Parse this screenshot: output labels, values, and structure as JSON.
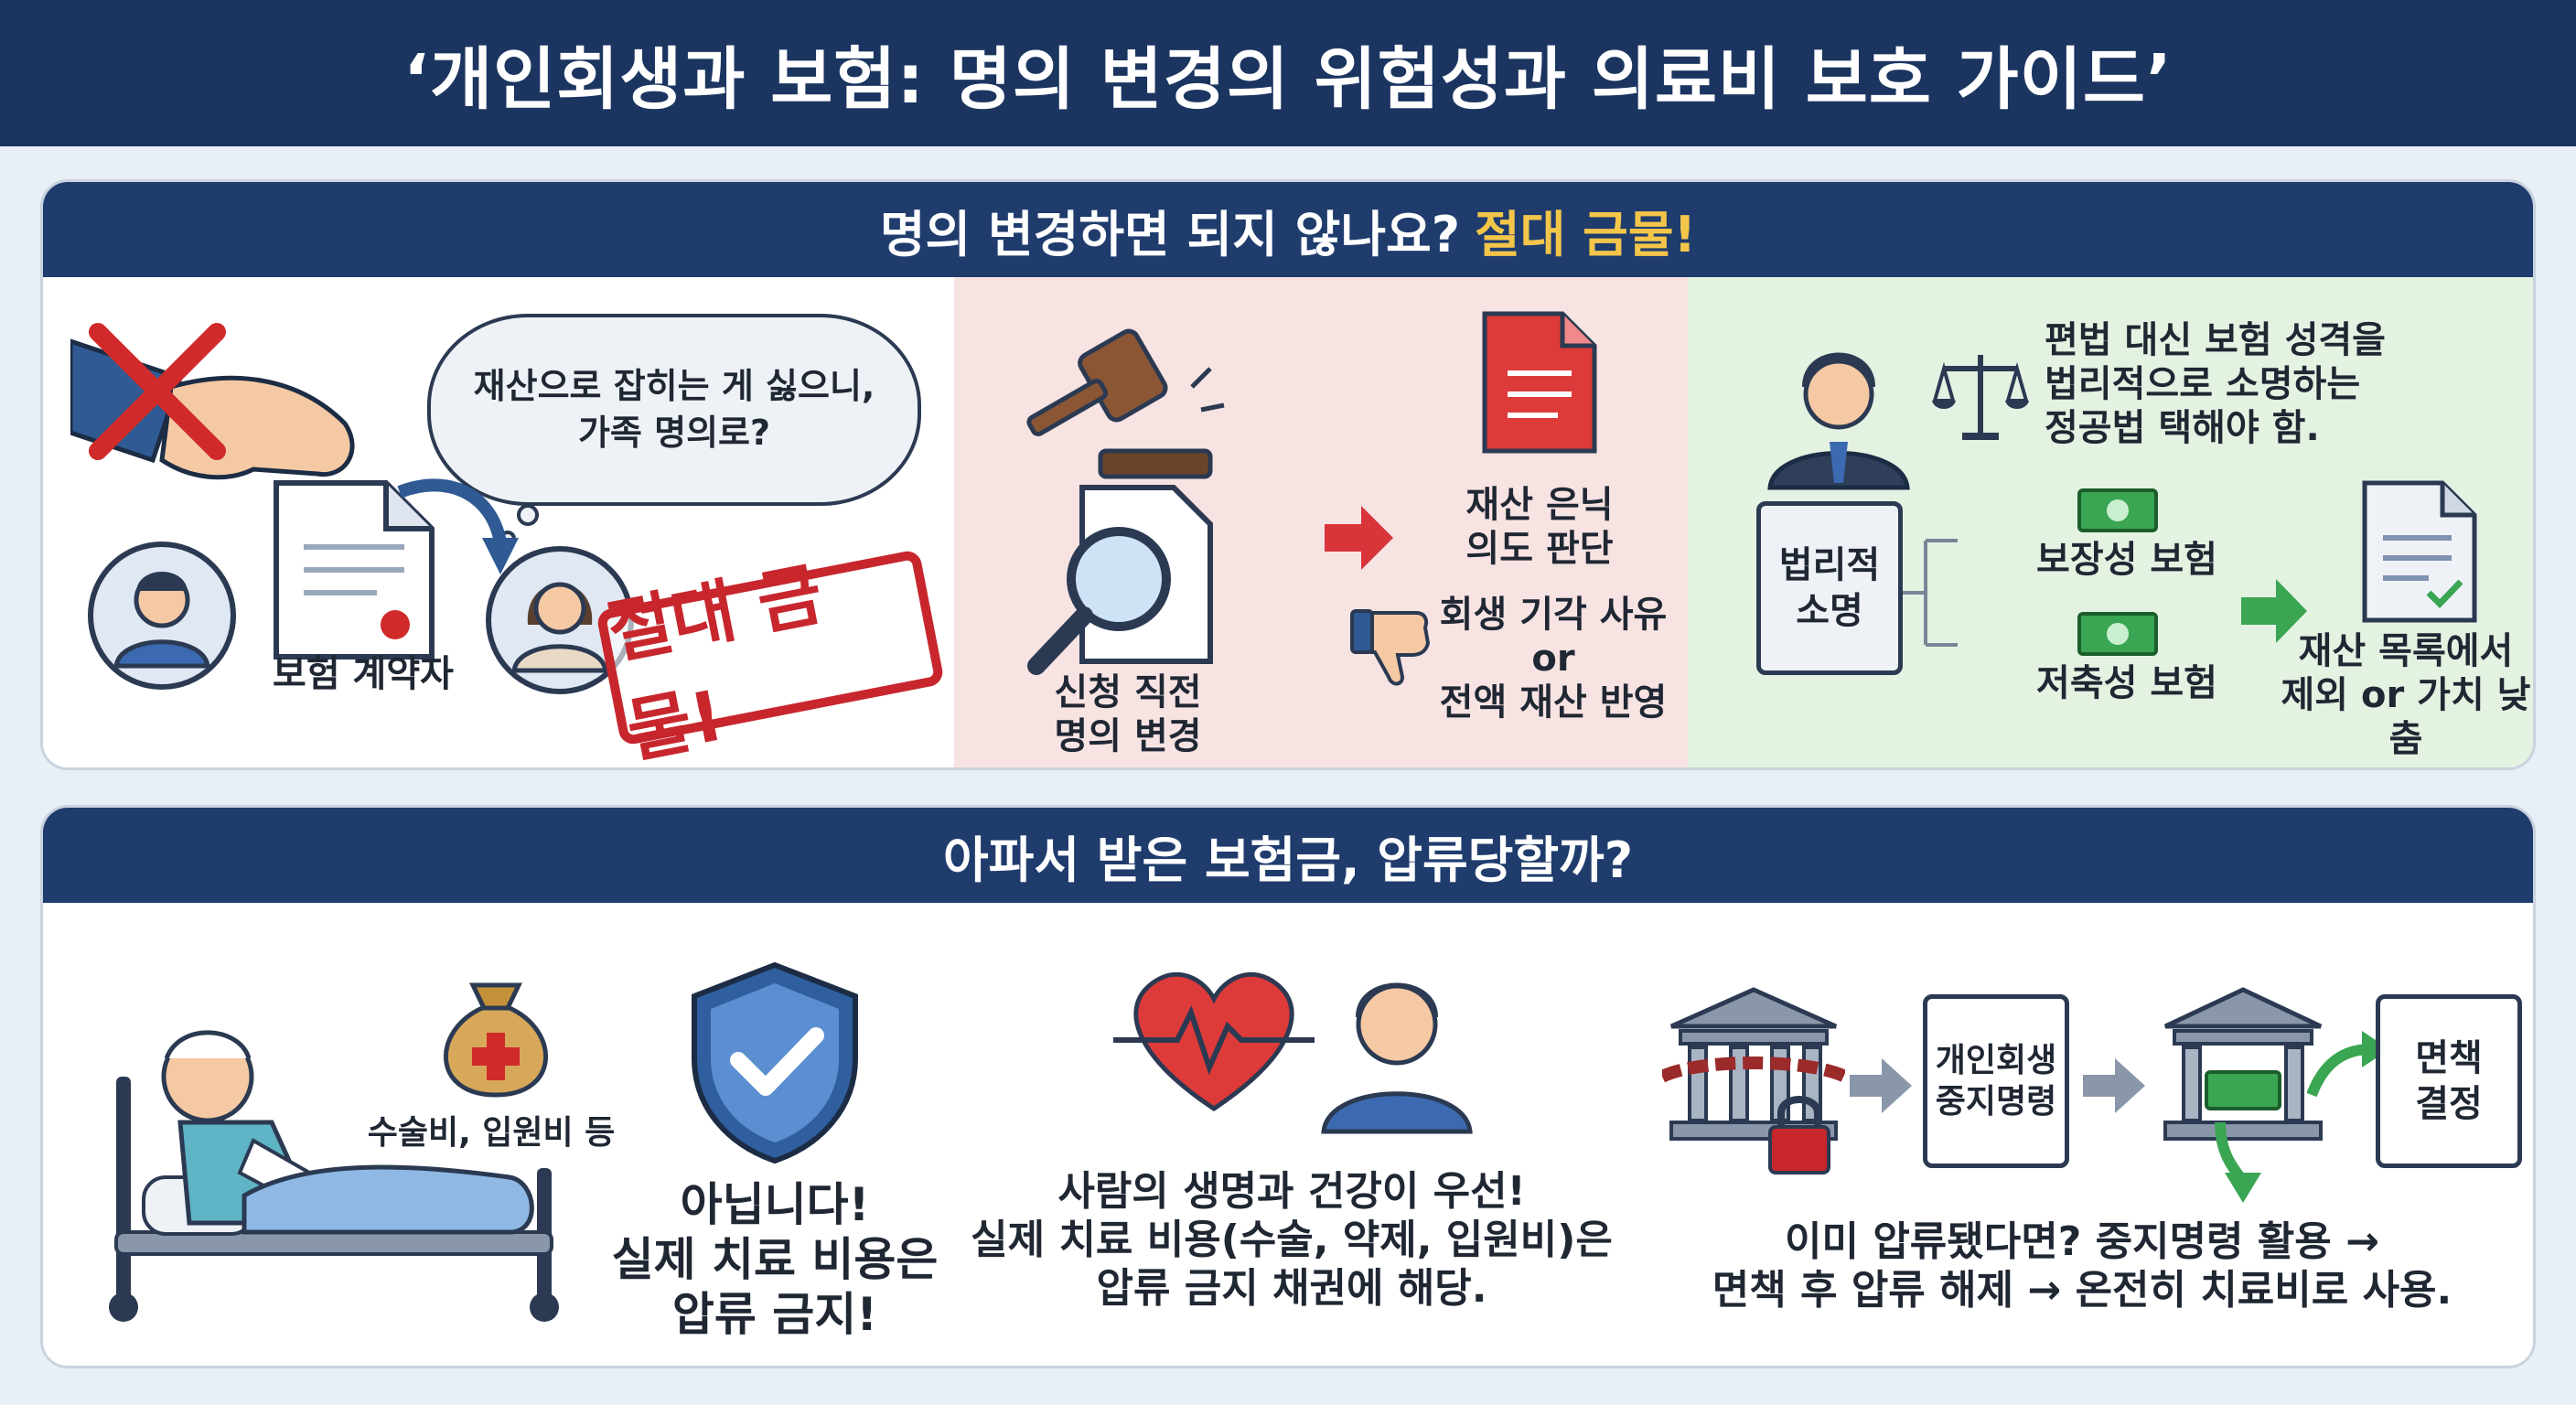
{
  "title": "‘개인회생과 보험: 명의 변경의 위험성과 의료비 보호 가이드’",
  "section1": {
    "header": "명의 변경하면 되지 않나요?",
    "header_accent": "절대 금물!",
    "left": {
      "bubble_line1": "재산으로 잡히는 게 싫으니,",
      "bubble_line2": "가족 명의로?",
      "contractor_label": "보험 계약자",
      "stamp": "절대 금물!"
    },
    "middle": {
      "before_label_line1": "신청 직전",
      "before_label_line2": "명의 변경",
      "judge_line1": "재산 은닉",
      "judge_line2": "의도 판단",
      "result_line1": "회생 기각 사유",
      "result_line2": "or",
      "result_line3": "전액 재산 반영"
    },
    "right": {
      "advice_line1": "편법 대신 보험 성격을",
      "advice_line2": "법리적으로 소명하는",
      "advice_line3": "정공법 택해야 함.",
      "legal_box_line1": "법리적",
      "legal_box_line2": "소명",
      "branch_top": "보장성 보험",
      "branch_bottom": "저축성 보험",
      "result_line1": "재산 목록에서",
      "result_line2": "제외 or 가치 낮춤"
    }
  },
  "section2": {
    "header": "아파서 받은 보험금, 압류당할까?",
    "left": {
      "bag_label": "수술비, 입원비 등",
      "answer_line1": "아닙니다!",
      "answer_line2": "실제 치료 비용은",
      "answer_line3": "압류 금지!"
    },
    "middle": {
      "line1": "사람의 생명과 건강이 우선!",
      "line2": "실제 치료 비용(수술, 약제, 입원비)은",
      "line3": "압류 금지 채권에 해당."
    },
    "right": {
      "doc1_line1": "개인회생",
      "doc1_line2": "중지명령",
      "doc2_line1": "면책",
      "doc2_line2": "결정",
      "line1": "이미 압류됐다면? 중지명령 활용 →",
      "line2": "면책 후 압류 해제 → 온전히 치료비로 사용."
    }
  },
  "colors": {
    "navy": "#1b3560",
    "header_blue": "#1f3c6d",
    "accent_yellow": "#f3c64a",
    "stamp_red": "#c8262d",
    "pink_bg": "#f8e3e3",
    "green_bg": "#e4f2e2"
  },
  "icons": [
    "x-mark-icon",
    "hand-icon",
    "document-icon",
    "arrow-icon",
    "person-icon",
    "gavel-icon",
    "magnifier-icon",
    "red-document-icon",
    "thumbs-down-icon",
    "businessman-icon",
    "scales-icon",
    "money-icon",
    "checked-document-icon",
    "patient-bed-icon",
    "money-bag-icon",
    "shield-check-icon",
    "heart-pulse-icon",
    "bank-chain-icon",
    "lock-icon",
    "bank-icon"
  ]
}
